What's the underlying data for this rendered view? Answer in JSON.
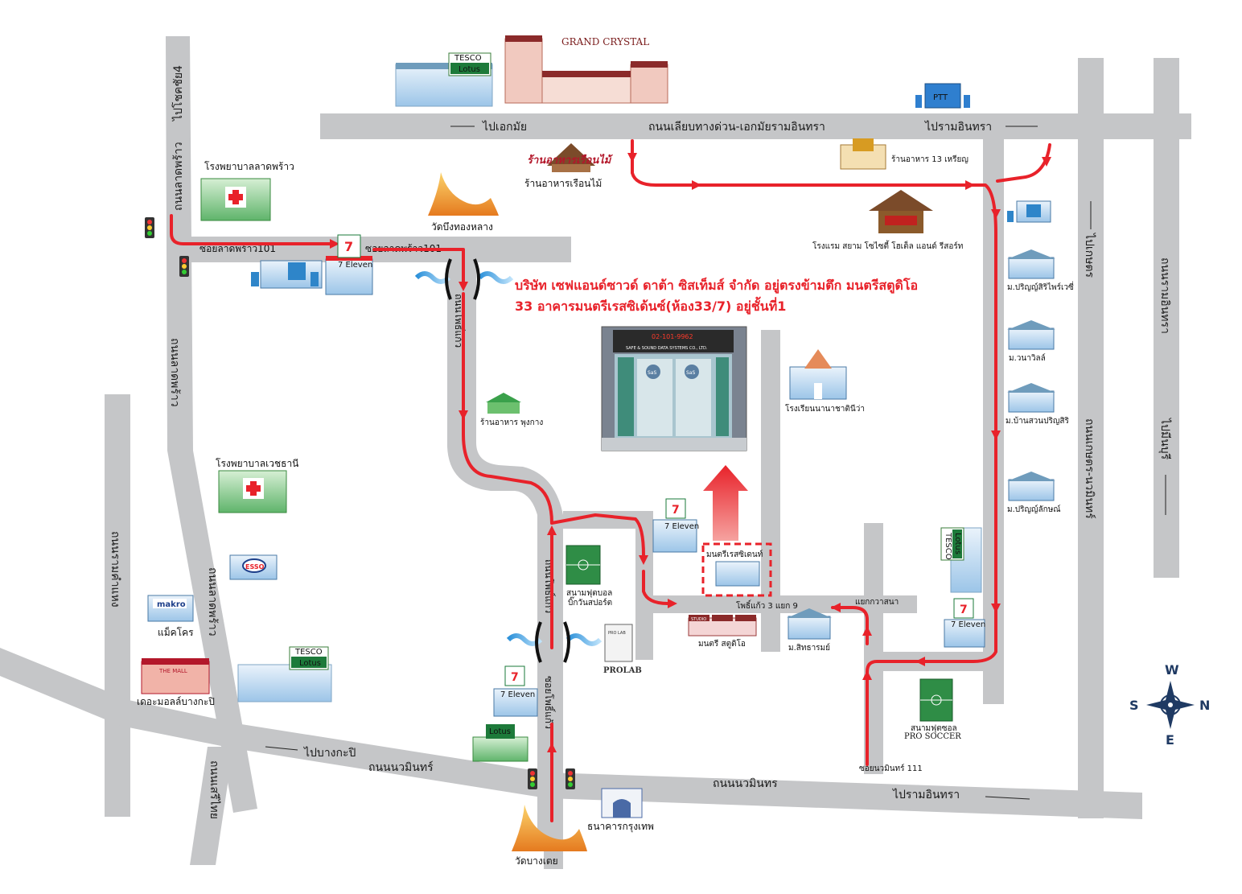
{
  "roads": {
    "expressway": "ถนนเลียบทางด่วน-เอกมัยรามอินทรา",
    "to_ekkamai": "ไปเอกมัย",
    "to_ramintra_top": "ไปรามอินทรา",
    "ladprao": "ถนนลาดพร้าว",
    "to_chokchai4": "ไปโชคชัย4",
    "soi_ladprao101_a": "ซอยลาดพร้าว101",
    "soi_ladprao101_b": "ซอยลาดพร้าว101",
    "ladprao_mid": "ถนนลาดพร้าว",
    "ladprao_low": "ถนนลาดพร้าว",
    "ramkhamhaeng": "ถนนรามคำแหง",
    "serithai": "ถนนเสรีไทย",
    "to_bangkapi": "ไปบางกะปิ",
    "nawamin_left": "ถนนนวมินทร์",
    "nawamin_right": "ถนนนวมินทร",
    "to_ramintra_bottom": "ไปรามอินทรา",
    "phothikaew_top": "ถนนโพธิ์แก้ว",
    "phothikaew_mid": "ถนนโพธิ์แก้ว",
    "soi_phothikaew": "ซอยโพธิ์แก้ว",
    "phothikaew3_yaek9": "โพธิ์แก้ว 3 แยก 9",
    "yaek_kwa_sana": "แยกกวาสนา",
    "soi_nawamin111": "ซอยนวมินทร์ 111",
    "kaset_nawamin": "ถนนเกษตร-นวมินทร์",
    "to_kaset": "ไปเกษตร",
    "ramintra": "ถนนรามอินทรา",
    "to_minburi": "ไปมีนบุรี"
  },
  "places": {
    "tesco_top": "TESCO",
    "lotus_top": "Lotus",
    "grand_crystal": "GRAND CRYSTAL",
    "ruenmai_sign": "ร้านอาหารเรือนไม้",
    "ruenmai": "ร้านอาหารเรือนไม้",
    "rest13": "ร้านอาหาร 13 เหรียญ",
    "siam_hotel": "โรงแรม สยาม โซไซตี้ โฮเต็ล แอนด์ รีสอร์ท",
    "ladprao_hospital": "โรงพยาบาลลาดพร้าว",
    "wat_bueng": "วัดบึงทองหลาง",
    "seven_eleven": "7 Eleven",
    "restaurant_pungkang": "ร้านอาหาร พุงกาง",
    "vejthani": "โรงพยาบาลเวชธานี",
    "esso": "ESSO",
    "makro_logo": "makro",
    "makro": "แม็คโคร",
    "the_mall_logo": "THE MALL",
    "the_mall": "เดอะมอลล์บางกะปิ",
    "tesco_bottom": "TESCO",
    "lotus_bottom": "Lotus",
    "lotus_express": "Lotus",
    "football": "สนามฟุตบอล",
    "football2": "บิ๊กวันสปอร์ต",
    "prolab": "PROLAB",
    "pro_lab_sign": "PRO LAB",
    "montri_residence": "มนตรีเรสซิเดนท์",
    "montri_studio": "มนตรี สตูดิโอ",
    "studio_sign": "STUDIO",
    "sittharom": "ม.สิทธารมย์",
    "nanachat": "โรงเรียนนานาชาตินีว่า",
    "pro_soccer_th": "สนามฟุตซอล",
    "pro_soccer": "PRO SOCCER",
    "bangkok_bank": "ธนาคารกรุงเทพ",
    "wat_bangtoei": "วัดบางเตย",
    "parinya_siri": "ม.ปริญญ์สิริไพร์เวซี่",
    "wanawilla": "ม.วนาวิลล์",
    "baansuan": "ม.บ้านสวนปริญสิริ",
    "parinyalak": "ม.ปริญญ์ลักษณ์",
    "ptt": "PTT",
    "tesco_right": "TESCO",
    "lotus_right": "Lotus",
    "photo_sign": "SAFE & SOUND DATA SYSTEMS CO., LTD.",
    "photo_phone": "02-101-9962",
    "photo_sas": "SaS"
  },
  "note": {
    "line1": "บริษัท เซฟแอนด์ซาวด์ ดาต้า ซิสเท็มส์ จำกัด อยู่ตรงข้ามตึก มนตรีสตูดิโอ",
    "line2": "33 อาคารมนตรีเรสซิเด้นซ์(ห้อง33/7) อยู่ชั้นที่1"
  },
  "compass": {
    "w": "W",
    "e": "E",
    "s": "S",
    "n": "N"
  },
  "colors": {
    "route": "#e8222a",
    "road": "#c5c6c8",
    "building": "#5a9fd4",
    "hospital_green": "#3aa14b"
  }
}
